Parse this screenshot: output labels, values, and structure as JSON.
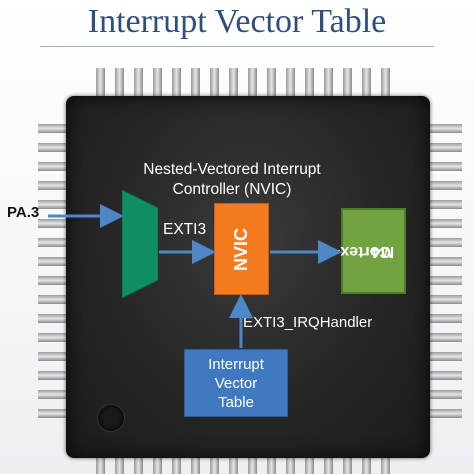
{
  "title": "Interrupt Vector Table",
  "diagram": {
    "nvic_title_line1": "Nested-Vectored Interrupt",
    "nvic_title_line2": "Controller (NVIC)",
    "input_label": "PA.3",
    "mux_output_label": "EXTI3",
    "nvic_box": "NVIC",
    "cpu_box_line1": "Cortex-",
    "cpu_box_line2": "M4",
    "handler_label": "EXTI3_IRQHandler",
    "ivt_box_line1": "Interrupt",
    "ivt_box_line2": "Vector",
    "ivt_box_line3": "Table"
  },
  "colors": {
    "title": "#2f4f78",
    "mux": "#0e8f63",
    "nvic": "#f47b20",
    "cortex": "#71a341",
    "ivt": "#3f79bf",
    "arrow": "#4f86c6"
  }
}
